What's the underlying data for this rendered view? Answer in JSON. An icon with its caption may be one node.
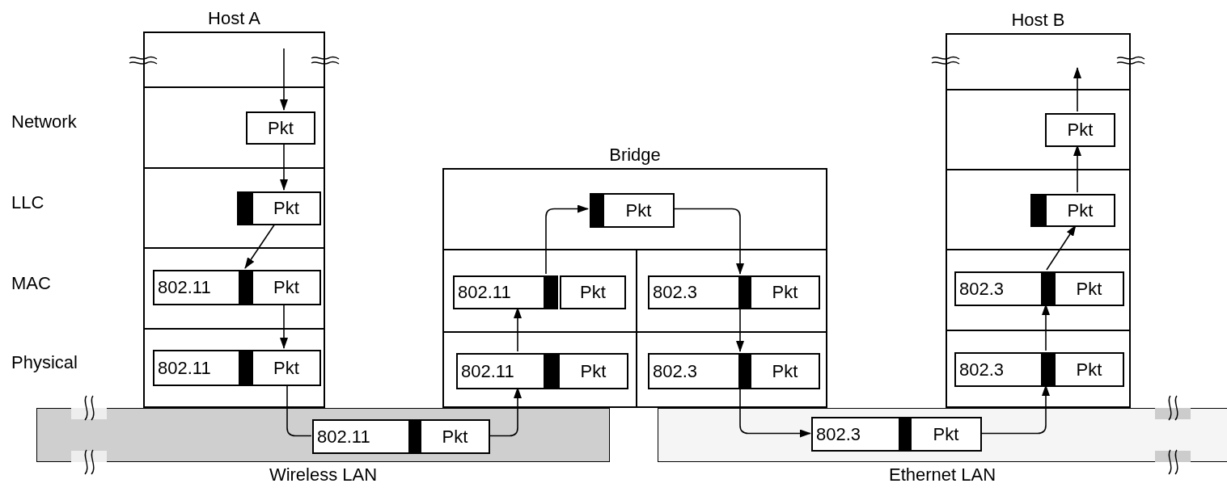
{
  "diagram": {
    "nodes": [
      {
        "text": [
          "Host A"
        ]
      },
      {
        "text": [
          "Pkt"
        ],
        "in": 0
      },
      {
        "text": [
          "Pkt"
        ],
        "in": 0
      },
      {
        "text": [
          "802.11",
          "Pkt"
        ],
        "in": 0
      },
      {
        "text": [
          "802.11",
          "Pkt"
        ],
        "in": 0
      },
      {
        "text": [
          "Bridge"
        ]
      },
      {
        "text": [
          "Pkt"
        ],
        "in": 5
      },
      {
        "text": [
          "802.11",
          "Pkt"
        ],
        "in": 5
      },
      {
        "text": [
          "802.3",
          "Pkt"
        ],
        "in": 5
      },
      {
        "text": [
          "802.11",
          "Pkt"
        ],
        "in": 5
      },
      {
        "text": [
          "802.3",
          "Pkt"
        ],
        "in": 5
      },
      {
        "text": [
          "Host B"
        ]
      },
      {
        "text": [
          "Pkt"
        ],
        "in": 11
      },
      {
        "text": [
          "Pkt"
        ],
        "in": 11
      },
      {
        "text": [
          "802.3",
          "Pkt"
        ],
        "in": 11
      },
      {
        "text": [
          "802.3",
          "Pkt"
        ],
        "in": 11
      },
      {
        "text": [
          "Wireless LAN"
        ]
      },
      {
        "text": [
          "802.11",
          "Pkt"
        ],
        "in": 16
      },
      {
        "text": [
          "Ethernet LAN"
        ]
      },
      {
        "text": [
          "802.3",
          "Pkt"
        ],
        "in": 18
      }
    ],
    "edges": [
      {
        "from": null,
        "to": 1,
        "arrow": "to"
      },
      {
        "from": 1,
        "to": 2,
        "arrow": "to"
      },
      {
        "from": 2,
        "to": 3,
        "arrow": "to"
      },
      {
        "from": 3,
        "to": 4,
        "arrow": "to"
      },
      {
        "from": 4,
        "to": 17,
        "arrow": "none"
      },
      {
        "from": 17,
        "to": 9,
        "arrow": "to"
      },
      {
        "from": 9,
        "to": 7,
        "arrow": "to"
      },
      {
        "from": 7,
        "to": 6,
        "arrow": "to"
      },
      {
        "from": 6,
        "to": 8,
        "arrow": "to"
      },
      {
        "from": 8,
        "to": 10,
        "arrow": "to"
      },
      {
        "from": 10,
        "to": 19,
        "arrow": "to"
      },
      {
        "from": 19,
        "to": 15,
        "arrow": "to"
      },
      {
        "from": 15,
        "to": 14,
        "arrow": "to"
      },
      {
        "from": 14,
        "to": 13,
        "arrow": "to"
      },
      {
        "from": 13,
        "to": 12,
        "arrow": "to"
      },
      {
        "from": 12,
        "to": null,
        "arrow": "to"
      }
    ],
    "labels": [
      "Network",
      "LLC",
      "MAC",
      "Physical"
    ]
  }
}
